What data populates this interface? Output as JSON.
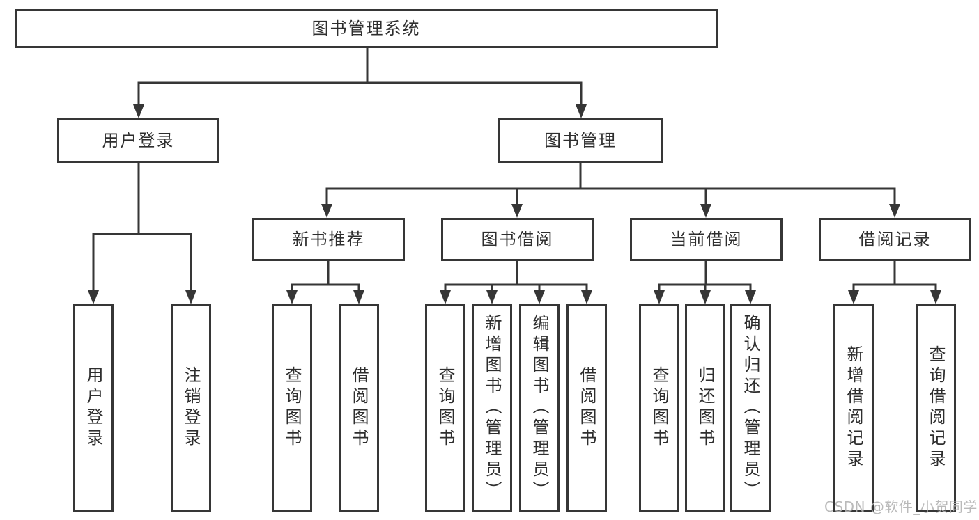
{
  "diagram": {
    "title": "图书管理系统",
    "root": {
      "label": "图书管理系统"
    },
    "level2": {
      "user_login": {
        "label": "用户登录"
      },
      "book_management": {
        "label": "图书管理"
      }
    },
    "level3": {
      "new_book_recommend": {
        "label": "新书推荐"
      },
      "book_borrow": {
        "label": "图书借阅"
      },
      "current_borrow": {
        "label": "当前借阅"
      },
      "borrow_records": {
        "label": "借阅记录"
      }
    },
    "leaves": {
      "user": [
        "用户登录",
        "注销登录"
      ],
      "newbook": [
        "查询图书",
        "借阅图书"
      ],
      "borrow": [
        "查询图书",
        "新增图书（管理员）",
        "编辑图书（管理员）",
        "借阅图书"
      ],
      "current": [
        "查询图书",
        "归还图书",
        "确认归还（管理员）"
      ],
      "records": [
        "新增借阅记录",
        "查询借阅记录"
      ]
    },
    "colors": {
      "line": "#363636",
      "text": "#2e2e2e",
      "background": "#ffffff",
      "watermark": "#b2b2b2"
    }
  },
  "watermark": {
    "text": "CSDN @软件_小贺同学"
  }
}
